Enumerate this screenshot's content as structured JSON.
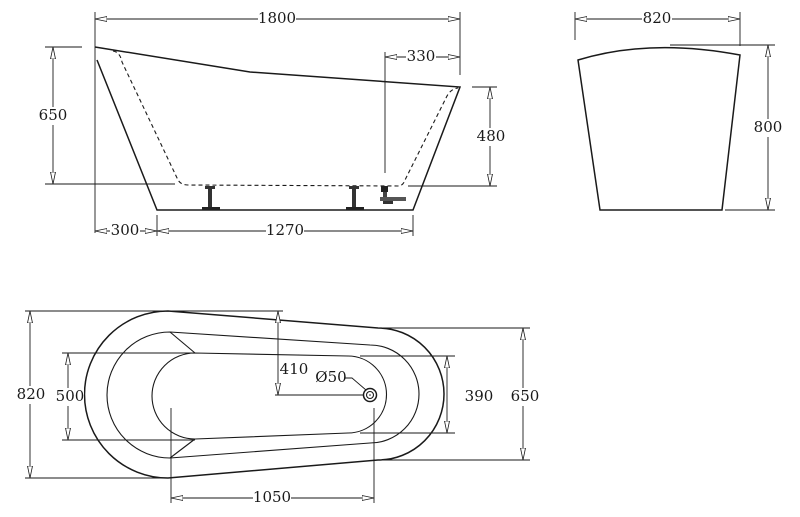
{
  "side_view": {
    "overall_length": "1800",
    "overall_height": "650",
    "rim_height_foot_end": "480",
    "drain_offset": "330",
    "base_offset": "300",
    "base_length": "1270"
  },
  "end_view": {
    "width": "820",
    "height": "800"
  },
  "top_view": {
    "overall_width": "820",
    "inner_width_head": "500",
    "drain_position": "410",
    "drain_diameter": "Ø50",
    "inner_width_foot": "390",
    "outer_width_foot": "650",
    "inner_length": "1050"
  },
  "colors": {
    "line": "#1a1a1a",
    "background": "#ffffff"
  }
}
